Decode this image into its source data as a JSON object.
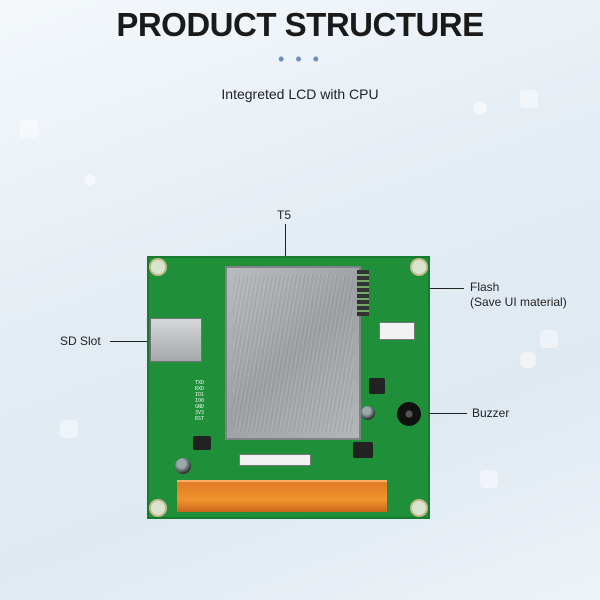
{
  "header": {
    "title": "PRODUCT STRUCTURE",
    "dots": "• • •",
    "subtitle": "Integreted LCD with CPU"
  },
  "labels": {
    "t5": "T5",
    "flash_line1": "Flash",
    "flash_line2": "(Save UI material)",
    "sd_slot": "SD Slot",
    "buzzer": "Buzzer"
  },
  "board": {
    "silkscreen": [
      "TXD",
      "RXD",
      "IO1",
      "IO0",
      "GND",
      "3V3",
      "RST"
    ]
  },
  "colors": {
    "pcb": "#1f8f3a",
    "shield": "#a9adb0",
    "flex_cable": "#f0932e",
    "dots": "#6f8fb5"
  }
}
